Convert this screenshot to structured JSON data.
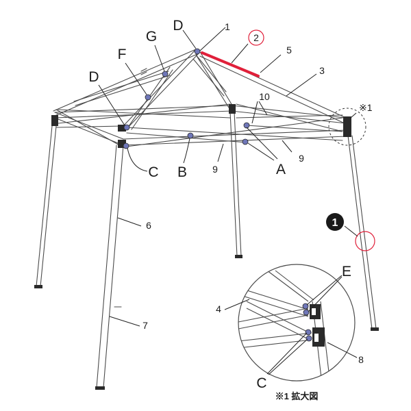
{
  "letters": {
    "d_top": "D",
    "g": "G",
    "f": "F",
    "d_left": "D",
    "c_main": "C",
    "b": "B",
    "a": "A",
    "e_detail": "E",
    "c_detail": "C"
  },
  "numbers": {
    "n1": "1",
    "n2_circled": "2",
    "n3": "3",
    "n4": "4",
    "n5": "5",
    "n6": "6",
    "n7": "7",
    "n8": "8",
    "n9_left": "9",
    "n9_right": "9",
    "n10": "10"
  },
  "callouts": {
    "detail_ref": "※1",
    "step_marker": "1",
    "detail_caption": "※1 拡大図"
  },
  "colors": {
    "frame_line": "#4a4a4a",
    "highlight_part": "#e0203a",
    "joint_fill": "#6f77b8",
    "circle_marker": "#e0203a"
  }
}
